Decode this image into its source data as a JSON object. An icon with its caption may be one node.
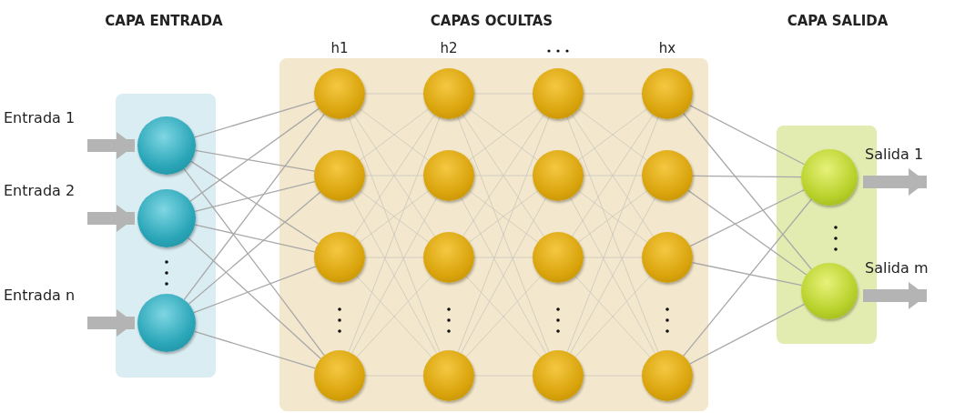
{
  "diagram": {
    "nodes": [
      {
        "text": [],
        "shape": "box"
      },
      {
        "text": [],
        "shape": "circle",
        "in": 0
      },
      {
        "text": [],
        "shape": "circle",
        "in": 0
      },
      {
        "text": [],
        "shape": "circle",
        "in": 0
      },
      {
        "text": [],
        "shape": "box"
      },
      {
        "text": [],
        "shape": "circle",
        "in": 4
      },
      {
        "text": [],
        "shape": "circle",
        "in": 4
      },
      {
        "text": [],
        "shape": "circle",
        "in": 4
      },
      {
        "text": [],
        "shape": "circle",
        "in": 4
      },
      {
        "text": [],
        "shape": "circle",
        "in": 4
      },
      {
        "text": [],
        "shape": "circle",
        "in": 4
      },
      {
        "text": [],
        "shape": "circle",
        "in": 4
      },
      {
        "text": [],
        "shape": "circle",
        "in": 4
      },
      {
        "text": [],
        "shape": "circle",
        "in": 4
      },
      {
        "text": [],
        "shape": "circle",
        "in": 4
      },
      {
        "text": [],
        "shape": "circle",
        "in": 4
      },
      {
        "text": [],
        "shape": "circle",
        "in": 4
      },
      {
        "text": [],
        "shape": "circle",
        "in": 4
      },
      {
        "text": [],
        "shape": "circle",
        "in": 4
      },
      {
        "text": [],
        "shape": "circle",
        "in": 4
      },
      {
        "text": [],
        "shape": "circle",
        "in": 4
      },
      {
        "text": [],
        "shape": "box"
      },
      {
        "text": [],
        "shape": "circle",
        "in": 21
      },
      {
        "text": [],
        "shape": "circle",
        "in": 21
      }
    ],
    "edges": [
      {
        "from": null,
        "to": 1,
        "arrow": "to",
        "label": "Entrada 1",
        "style": "thick"
      },
      {
        "from": null,
        "to": 2,
        "arrow": "to",
        "label": "Entrada 2",
        "style": "thick"
      },
      {
        "from": null,
        "to": 3,
        "arrow": "to",
        "label": "Entrada n",
        "style": "thick"
      },
      {
        "from": 1,
        "to": 5,
        "arrow": "none"
      },
      {
        "from": 1,
        "to": 6,
        "arrow": "none"
      },
      {
        "from": 1,
        "to": 7,
        "arrow": "none"
      },
      {
        "from": 1,
        "to": 8,
        "arrow": "none"
      },
      {
        "from": 2,
        "to": 5,
        "arrow": "none"
      },
      {
        "from": 2,
        "to": 6,
        "arrow": "none"
      },
      {
        "from": 2,
        "to": 7,
        "arrow": "none"
      },
      {
        "from": 2,
        "to": 8,
        "arrow": "none"
      },
      {
        "from": 3,
        "to": 5,
        "arrow": "none"
      },
      {
        "from": 3,
        "to": 6,
        "arrow": "none"
      },
      {
        "from": 3,
        "to": 7,
        "arrow": "none"
      },
      {
        "from": 3,
        "to": 8,
        "arrow": "none"
      },
      {
        "from": 5,
        "to": 9,
        "arrow": "none"
      },
      {
        "from": 5,
        "to": 10,
        "arrow": "none"
      },
      {
        "from": 5,
        "to": 11,
        "arrow": "none"
      },
      {
        "from": 5,
        "to": 12,
        "arrow": "none"
      },
      {
        "from": 6,
        "to": 9,
        "arrow": "none"
      },
      {
        "from": 6,
        "to": 10,
        "arrow": "none"
      },
      {
        "from": 6,
        "to": 11,
        "arrow": "none"
      },
      {
        "from": 6,
        "to": 12,
        "arrow": "none"
      },
      {
        "from": 7,
        "to": 9,
        "arrow": "none"
      },
      {
        "from": 7,
        "to": 10,
        "arrow": "none"
      },
      {
        "from": 7,
        "to": 11,
        "arrow": "none"
      },
      {
        "from": 7,
        "to": 12,
        "arrow": "none"
      },
      {
        "from": 8,
        "to": 9,
        "arrow": "none"
      },
      {
        "from": 8,
        "to": 10,
        "arrow": "none"
      },
      {
        "from": 8,
        "to": 11,
        "arrow": "none"
      },
      {
        "from": 8,
        "to": 12,
        "arrow": "none"
      },
      {
        "from": 9,
        "to": 13,
        "arrow": "none"
      },
      {
        "from": 9,
        "to": 14,
        "arrow": "none"
      },
      {
        "from": 9,
        "to": 15,
        "arrow": "none"
      },
      {
        "from": 9,
        "to": 16,
        "arrow": "none"
      },
      {
        "from": 10,
        "to": 13,
        "arrow": "none"
      },
      {
        "from": 10,
        "to": 14,
        "arrow": "none"
      },
      {
        "from": 10,
        "to": 15,
        "arrow": "none"
      },
      {
        "from": 10,
        "to": 16,
        "arrow": "none"
      },
      {
        "from": 11,
        "to": 13,
        "arrow": "none"
      },
      {
        "from": 11,
        "to": 14,
        "arrow": "none"
      },
      {
        "from": 11,
        "to": 15,
        "arrow": "none"
      },
      {
        "from": 11,
        "to": 16,
        "arrow": "none"
      },
      {
        "from": 12,
        "to": 13,
        "arrow": "none"
      },
      {
        "from": 12,
        "to": 14,
        "arrow": "none"
      },
      {
        "from": 12,
        "to": 15,
        "arrow": "none"
      },
      {
        "from": 12,
        "to": 16,
        "arrow": "none"
      },
      {
        "from": 13,
        "to": 17,
        "arrow": "none"
      },
      {
        "from": 13,
        "to": 18,
        "arrow": "none"
      },
      {
        "from": 13,
        "to": 19,
        "arrow": "none"
      },
      {
        "from": 13,
        "to": 20,
        "arrow": "none"
      },
      {
        "from": 14,
        "to": 17,
        "arrow": "none"
      },
      {
        "from": 14,
        "to": 18,
        "arrow": "none"
      },
      {
        "from": 14,
        "to": 19,
        "arrow": "none"
      },
      {
        "from": 14,
        "to": 20,
        "arrow": "none"
      },
      {
        "from": 15,
        "to": 17,
        "arrow": "none"
      },
      {
        "from": 15,
        "to": 18,
        "arrow": "none"
      },
      {
        "from": 15,
        "to": 19,
        "arrow": "none"
      },
      {
        "from": 15,
        "to": 20,
        "arrow": "none"
      },
      {
        "from": 16,
        "to": 17,
        "arrow": "none"
      },
      {
        "from": 16,
        "to": 18,
        "arrow": "none"
      },
      {
        "from": 16,
        "to": 19,
        "arrow": "none"
      },
      {
        "from": 16,
        "to": 20,
        "arrow": "none"
      },
      {
        "from": 17,
        "to": 22,
        "arrow": "none"
      },
      {
        "from": 17,
        "to": 23,
        "arrow": "none"
      },
      {
        "from": 18,
        "to": 22,
        "arrow": "none"
      },
      {
        "from": 18,
        "to": 23,
        "arrow": "none"
      },
      {
        "from": 19,
        "to": 22,
        "arrow": "none"
      },
      {
        "from": 19,
        "to": 23,
        "arrow": "none"
      },
      {
        "from": 20,
        "to": 22,
        "arrow": "none"
      },
      {
        "from": 20,
        "to": 23,
        "arrow": "none"
      },
      {
        "from": 22,
        "to": null,
        "arrow": "to",
        "label": "Salida 1",
        "style": "thick"
      },
      {
        "from": 23,
        "to": null,
        "arrow": "to",
        "label": "Salida m",
        "style": "thick"
      }
    ],
    "labels": [
      "CAPA ENTRADA",
      "CAPAS OCULTAS",
      "CAPA SALIDA",
      "h1",
      "h2",
      "hx"
    ]
  }
}
